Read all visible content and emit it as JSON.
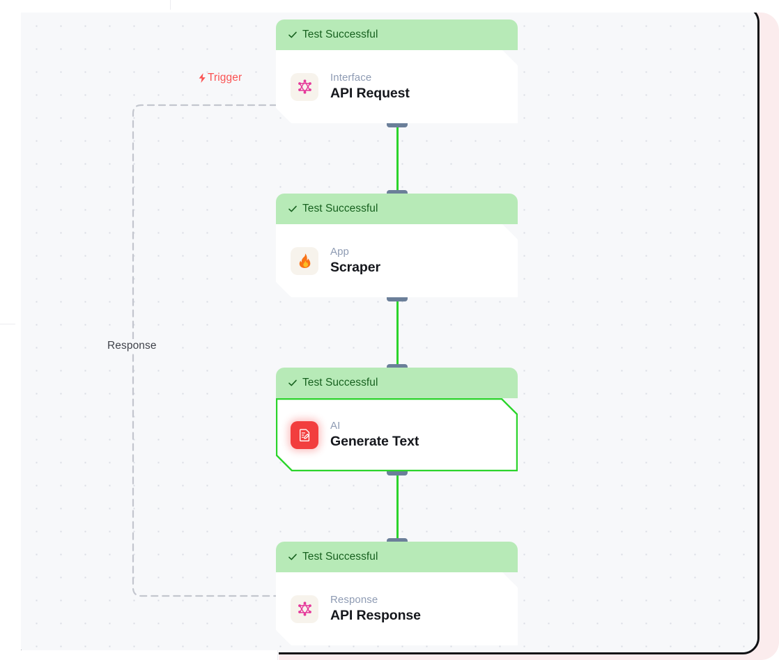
{
  "canvas": {
    "background_color": "#f7f8fa",
    "frame_border_color": "#101114",
    "outer_backdrop_color": "#fbeced",
    "grid": "dot-grid"
  },
  "edges": {
    "color": "#2bd42b",
    "handle_color": "#6b7f99",
    "loop_color": "#c3c6ce",
    "loop_style": "dashed"
  },
  "labels": {
    "trigger": {
      "text": "Trigger",
      "icon": "lightning-bolt-icon",
      "color": "#fa5252"
    },
    "response": {
      "text": "Response",
      "color": "#3f424a"
    }
  },
  "nodes": [
    {
      "id": "api-request",
      "status": {
        "text": "Test Successful",
        "icon": "check-icon",
        "color": "#17611f",
        "background": "#b7eab7"
      },
      "kind": "Interface",
      "title": "API Request",
      "icon": "graphql-icon",
      "icon_tile_color": "#f7f3ec",
      "selected": false
    },
    {
      "id": "scraper",
      "status": {
        "text": "Test Successful",
        "icon": "check-icon",
        "color": "#17611f",
        "background": "#b7eab7"
      },
      "kind": "App",
      "title": "Scraper",
      "icon": "fire-icon",
      "icon_tile_color": "#f7f3ec",
      "selected": false
    },
    {
      "id": "generate-text",
      "status": {
        "text": "Test Successful",
        "icon": "check-icon",
        "color": "#17611f",
        "background": "#b7eab7"
      },
      "kind": "AI",
      "title": "Generate Text",
      "icon": "clipboard-pencil-icon",
      "icon_tile_color": "#f23e3e",
      "selected": true
    },
    {
      "id": "api-response",
      "status": {
        "text": "Test Successful",
        "icon": "check-icon",
        "color": "#17611f",
        "background": "#b7eab7"
      },
      "kind": "Response",
      "title": "API Response",
      "icon": "graphql-icon",
      "icon_tile_color": "#f7f3ec",
      "selected": false
    }
  ]
}
